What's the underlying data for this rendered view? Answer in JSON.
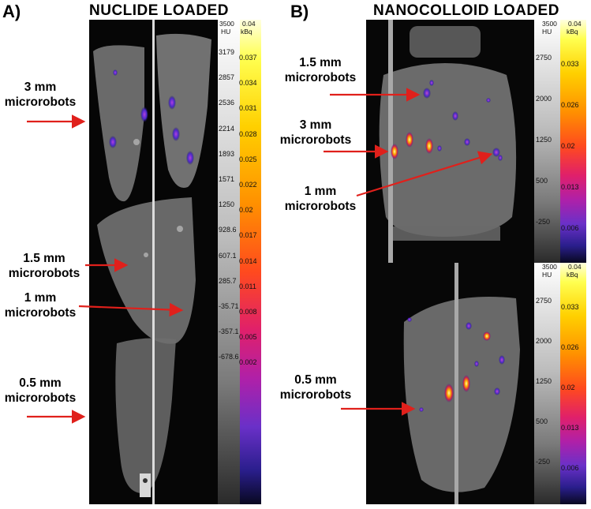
{
  "panel_a": {
    "label": "A)",
    "title": "NUCLIDE LOADED",
    "annotations": [
      {
        "line1": "3 mm",
        "line2": "microrobots"
      },
      {
        "line1": "1.5 mm",
        "line2": "microrobots"
      },
      {
        "line1": "1 mm",
        "line2": "microrobots"
      },
      {
        "line1": "0.5 mm",
        "line2": "microrobots"
      }
    ],
    "scale": {
      "hu_header_value": "3500",
      "hu_header_unit": "HU",
      "kbq_header_value": "0.04",
      "kbq_header_unit": "kBq",
      "hu_ticks": [
        "3179",
        "2857",
        "2536",
        "2214",
        "1893",
        "1571",
        "1250",
        "928.6",
        "607.1",
        "285.7",
        "-35.71",
        "-357.1",
        "-678.6"
      ],
      "kbq_ticks": [
        "0.037",
        "0.034",
        "0.031",
        "0.028",
        "0.025",
        "0.022",
        "0.02",
        "0.017",
        "0.014",
        "0.011",
        "0.008",
        "0.005",
        "0.002"
      ]
    }
  },
  "panel_b": {
    "label": "B)",
    "title": "NANOCOLLOID LOADED",
    "annotations": [
      {
        "line1": "1.5 mm",
        "line2": "microrobots"
      },
      {
        "line1": "3 mm",
        "line2": "microrobots"
      },
      {
        "line1": "1 mm",
        "line2": "microrobots"
      },
      {
        "line1": "0.5 mm",
        "line2": "microrobots"
      }
    ],
    "scale": {
      "hu_header_value": "3500",
      "hu_header_unit": "HU",
      "kbq_header_value": "0.04",
      "kbq_header_unit": "kBq",
      "hu_ticks": [
        "2750",
        "2000",
        "1250",
        "500",
        "-250"
      ],
      "kbq_ticks": [
        "0.033",
        "0.026",
        "0.02",
        "0.013",
        "0.006"
      ]
    }
  },
  "colors": {
    "arrow": "#e0201b",
    "background_scan": "#050505",
    "tube": "#8a8a8a",
    "hot_spot": "#ffb000",
    "cold_spot": "#5a2cc8"
  }
}
